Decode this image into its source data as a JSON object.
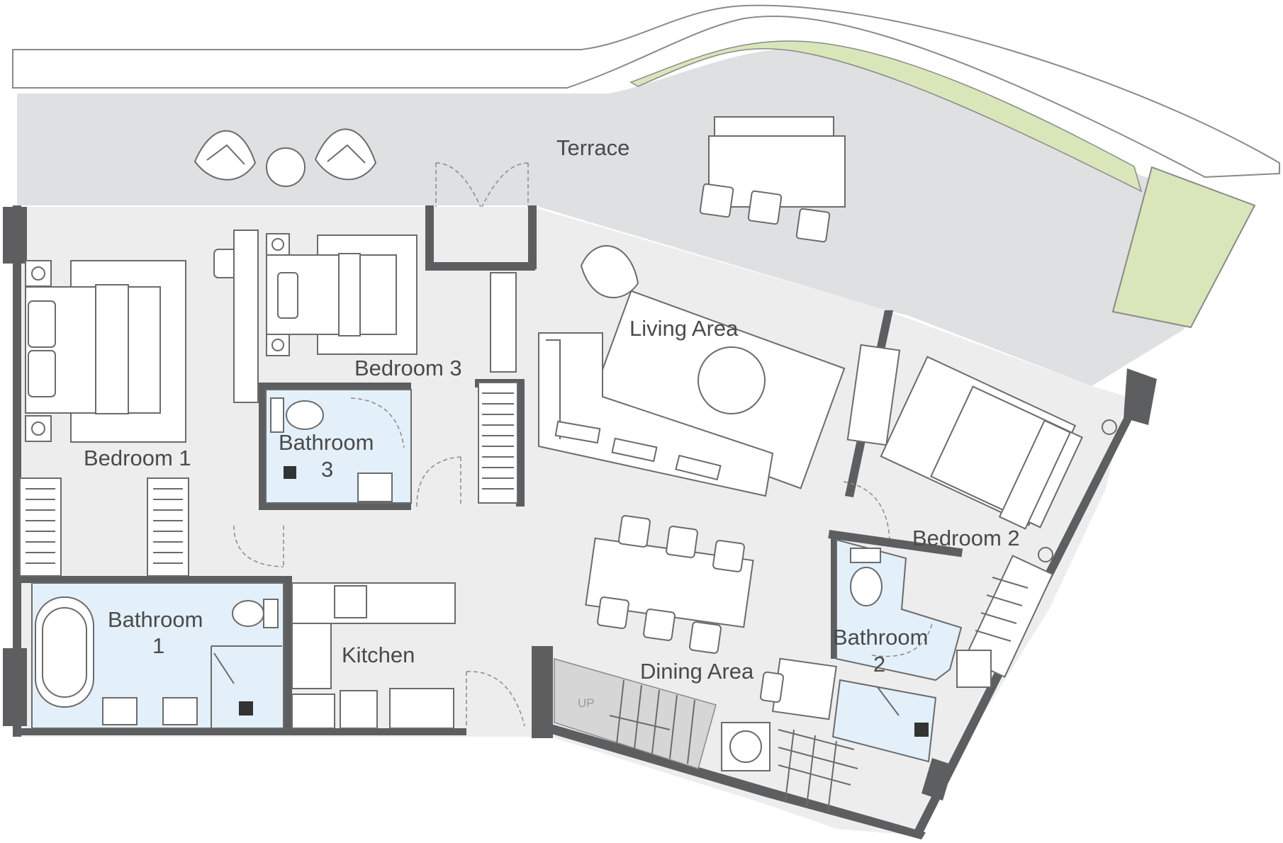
{
  "colors": {
    "interior_floor": "#ededed",
    "terrace_floor": "#dfe0e1",
    "bathroom_floor": "#e3f0f9",
    "planter_green": "#d8e6b9",
    "wall": "#5d5e60",
    "line": "#6b6b6b",
    "label_text": "#4a4a4a"
  },
  "rooms": {
    "terrace": "Terrace",
    "living_area": "Living Area",
    "bedroom_3": "Bedroom 3",
    "bedroom_1": "Bedroom 1",
    "bathroom_3_line1": "Bathroom",
    "bathroom_3_line2": "3",
    "bathroom_1_line1": "Bathroom",
    "bathroom_1_line2": "1",
    "kitchen": "Kitchen",
    "dining_area": "Dining Area",
    "bedroom_2": "Bedroom 2",
    "bathroom_2_line1": "Bathroom",
    "bathroom_2_line2": "2"
  },
  "stairs": {
    "direction_label": "UP"
  },
  "icons": [
    "armchair-icon",
    "side-table-icon",
    "bed-icon",
    "bathtub-icon",
    "toilet-icon",
    "sink-icon",
    "shower-drain-icon",
    "wardrobe-icon",
    "dining-chair-icon",
    "sofa-icon",
    "washing-machine-icon"
  ]
}
